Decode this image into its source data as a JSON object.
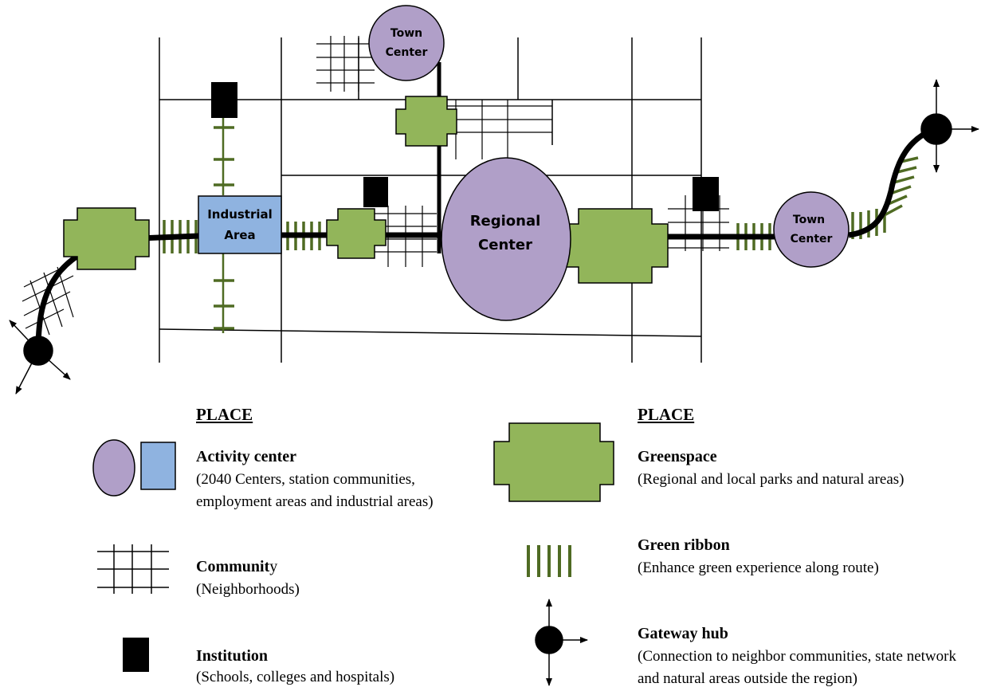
{
  "map_labels": {
    "town_center_top": [
      "Town",
      "Center"
    ],
    "town_center_right": [
      "Town",
      "Center"
    ],
    "regional_center": [
      "Regional",
      "Center"
    ],
    "industrial_area": [
      "Industrial",
      "Area"
    ]
  },
  "legend": {
    "left": {
      "heading": "PLACE",
      "items": [
        {
          "title": "Activity center",
          "desc": "(2040 Centers, station communities, employment areas and industrial areas)"
        },
        {
          "title": "Communit",
          "title_tail": "y",
          "desc": "(Neighborhoods)"
        },
        {
          "title": "Institution",
          "desc": "(Schools, colleges and hospitals)"
        }
      ]
    },
    "right": {
      "heading": "PLACE",
      "items": [
        {
          "title": "Greenspace",
          "desc": "(Regional and local parks and natural areas)"
        },
        {
          "title": "Green ribbon",
          "desc": "(Enhance green experience along route)"
        },
        {
          "title": "Gateway hub",
          "desc": "(Connection to neighbor communities, state network and natural areas outside the region)"
        }
      ]
    }
  },
  "colors": {
    "activity_purple": "#b09fc8",
    "activity_blue": "#8fb3e0",
    "greenspace": "#92b55a",
    "green_ribbon": "#4f6b23",
    "route": "#000000",
    "grid": "#000000"
  },
  "icons": [
    "gateway-hub-icon",
    "institution-icon",
    "community-grid-icon",
    "greenspace-icon",
    "green-ribbon-icon",
    "activity-circle-icon",
    "activity-square-icon"
  ]
}
